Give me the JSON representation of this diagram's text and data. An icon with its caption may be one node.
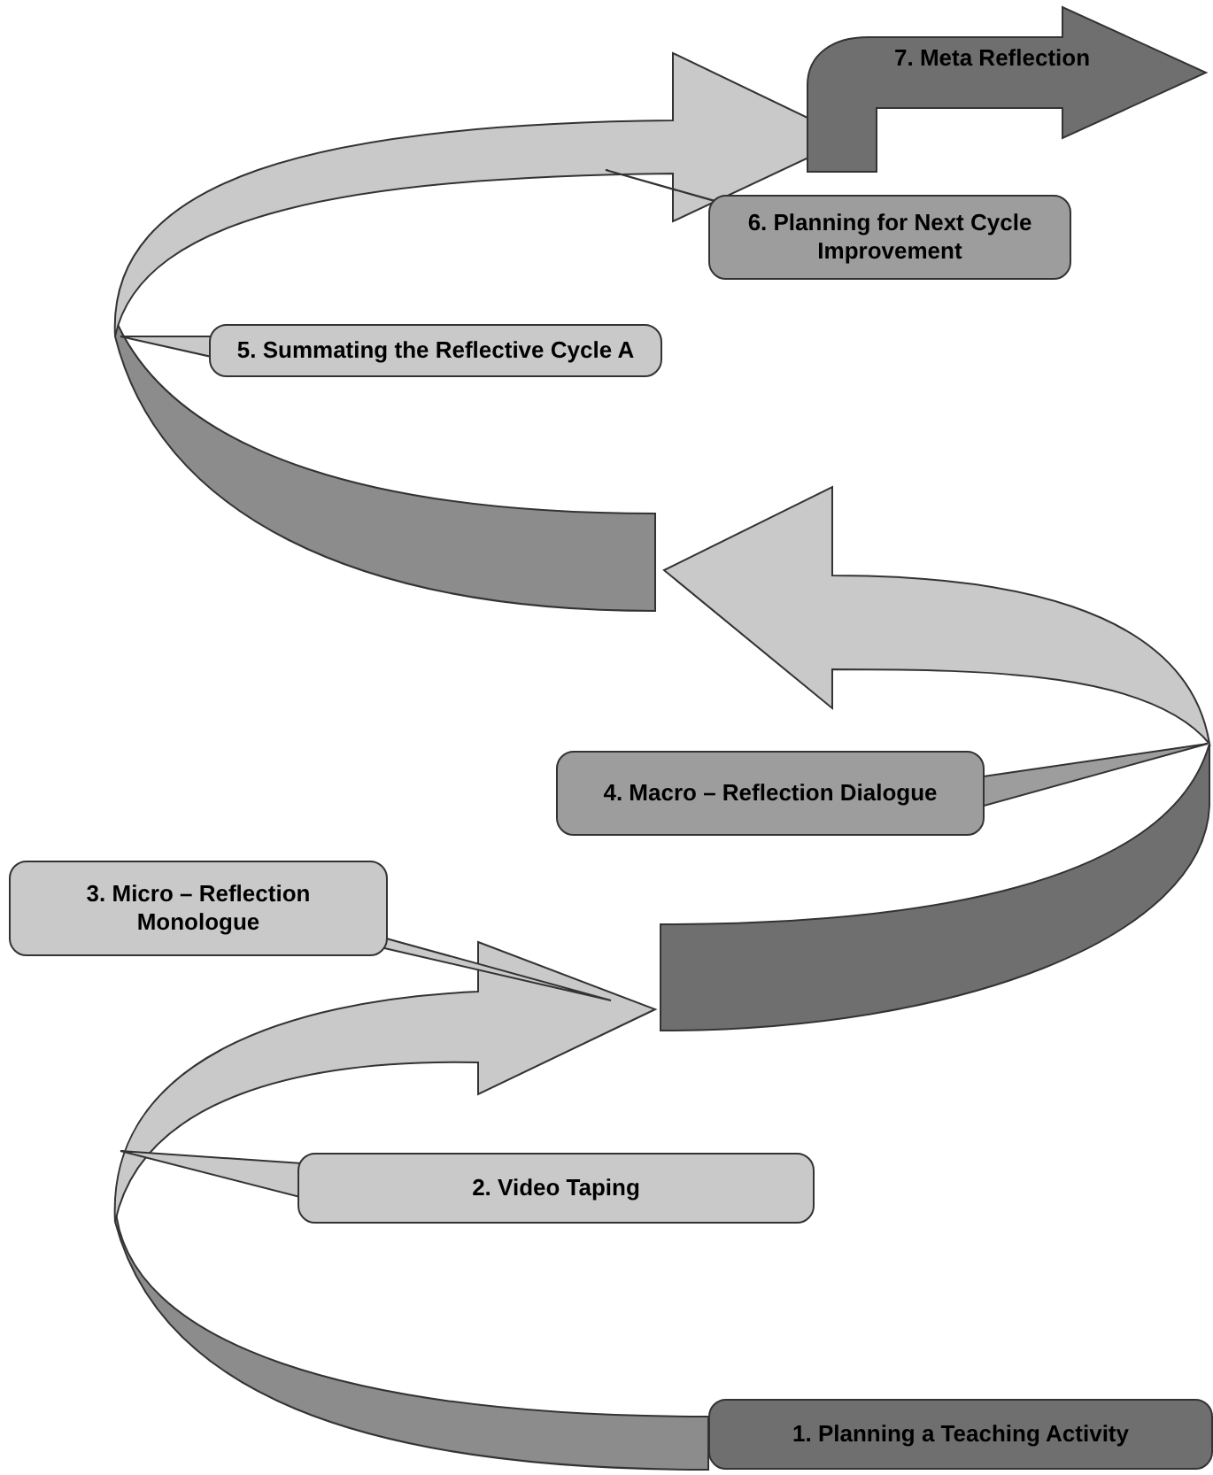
{
  "diagram": {
    "nodes": [
      {
        "text": [
          "7. Meta Reflection"
        ]
      },
      {
        "text": [
          "6. Planning for Next Cycle Improvement"
        ]
      },
      {
        "text": [
          "5. Summating the Reflective Cycle A"
        ]
      },
      {
        "text": [
          "4. Macro – Reflection Dialogue"
        ]
      },
      {
        "text": [
          "3. Micro – Reflection Monologue"
        ]
      },
      {
        "text": [
          "2. Video Taping"
        ]
      },
      {
        "text": [
          "1. Planning a Teaching Activity"
        ]
      }
    ]
  }
}
